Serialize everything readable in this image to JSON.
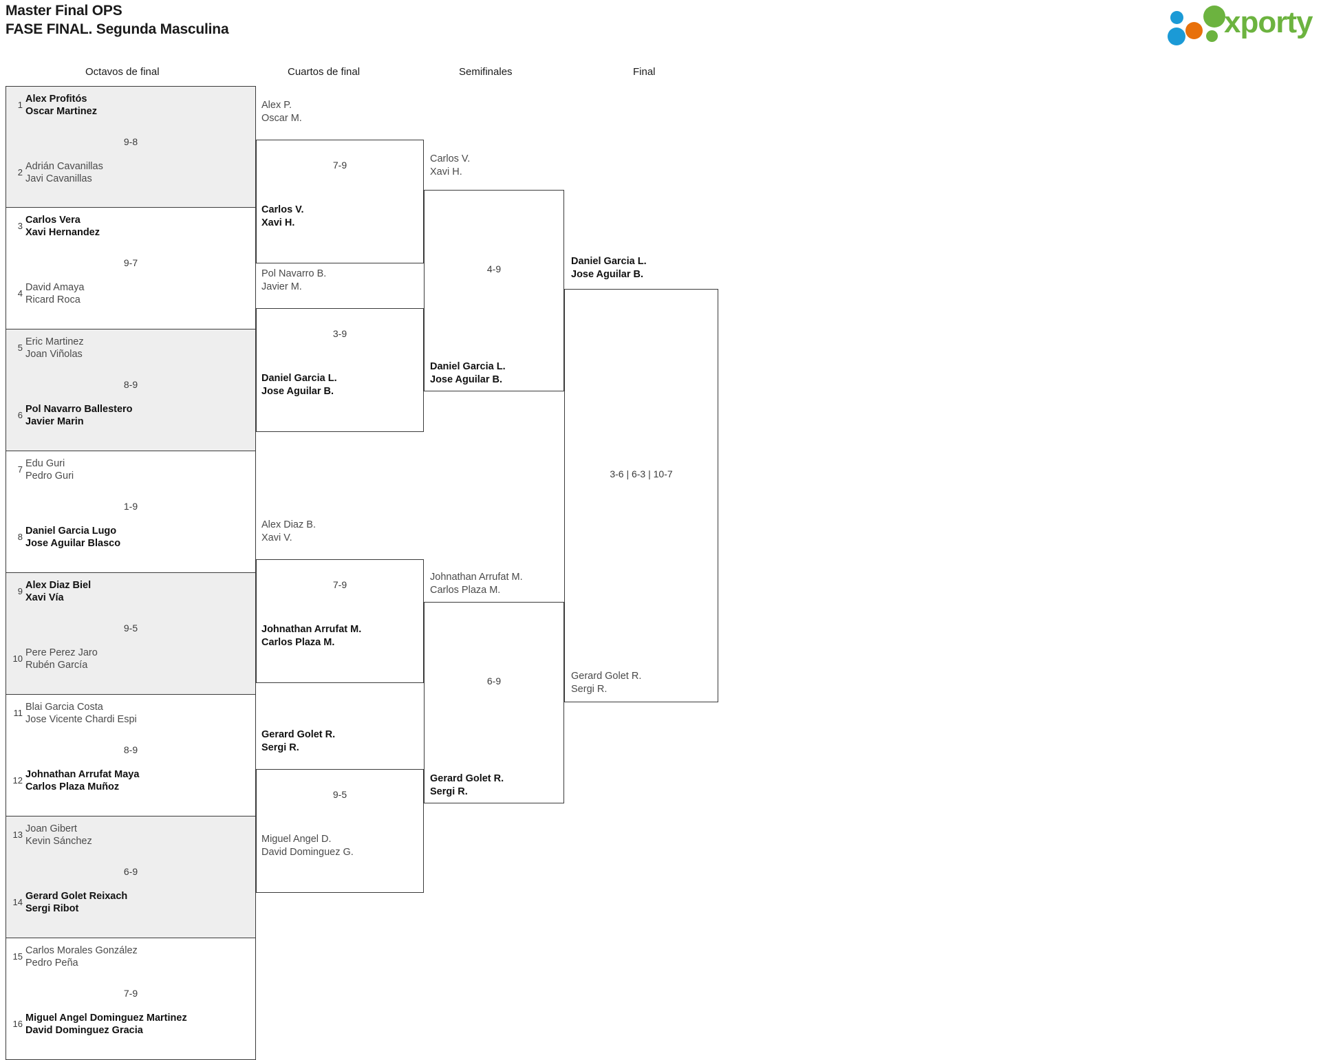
{
  "header": {
    "title_line1": "Master Final OPS",
    "title_line2": "FASE FINAL. Segunda Masculina"
  },
  "brand": {
    "name": "xporty",
    "green": "#6cb33f",
    "blue": "#1b9ad6",
    "orange": "#e8700a"
  },
  "rounds": [
    {
      "label": "Octavos de final"
    },
    {
      "label": "Cuartos de final"
    },
    {
      "label": "Semifinales"
    },
    {
      "label": "Final"
    }
  ],
  "round1": [
    {
      "seed_top": "1",
      "seed_bottom": "2",
      "top": {
        "p1": "Alex Profitós",
        "p2": "Oscar Martinez",
        "result": "winner"
      },
      "bottom": {
        "p1": "Adrián Cavanillas",
        "p2": "Javi Cavanillas",
        "result": "loser"
      },
      "score": "9-8"
    },
    {
      "seed_top": "3",
      "seed_bottom": "4",
      "top": {
        "p1": "Carlos Vera",
        "p2": "Xavi Hernandez",
        "result": "winner"
      },
      "bottom": {
        "p1": "David Amaya",
        "p2": "Ricard Roca",
        "result": "loser"
      },
      "score": "9-7"
    },
    {
      "seed_top": "5",
      "seed_bottom": "6",
      "top": {
        "p1": "Eric Martinez",
        "p2": "Joan Viñolas",
        "result": "loser"
      },
      "bottom": {
        "p1": "Pol Navarro Ballestero",
        "p2": "Javier Marin",
        "result": "winner"
      },
      "score": "8-9"
    },
    {
      "seed_top": "7",
      "seed_bottom": "8",
      "top": {
        "p1": "Edu Guri",
        "p2": "Pedro Guri",
        "result": "loser"
      },
      "bottom": {
        "p1": "Daniel Garcia Lugo",
        "p2": "Jose Aguilar Blasco",
        "result": "winner"
      },
      "score": "1-9"
    },
    {
      "seed_top": "9",
      "seed_bottom": "10",
      "top": {
        "p1": "Alex Diaz Biel",
        "p2": "Xavi Vía",
        "result": "winner"
      },
      "bottom": {
        "p1": "Pere Perez Jaro",
        "p2": "Rubén García",
        "result": "loser"
      },
      "score": "9-5"
    },
    {
      "seed_top": "11",
      "seed_bottom": "12",
      "top": {
        "p1": "Blai Garcia Costa",
        "p2": "Jose Vicente Chardi Espi",
        "result": "loser"
      },
      "bottom": {
        "p1": "Johnathan Arrufat Maya",
        "p2": "Carlos Plaza Muñoz",
        "result": "winner"
      },
      "score": "8-9"
    },
    {
      "seed_top": "13",
      "seed_bottom": "14",
      "top": {
        "p1": "Joan Gibert",
        "p2": "Kevin Sánchez",
        "result": "loser"
      },
      "bottom": {
        "p1": "Gerard Golet Reixach",
        "p2": "Sergi Ribot",
        "result": "winner"
      },
      "score": "6-9"
    },
    {
      "seed_top": "15",
      "seed_bottom": "16",
      "top": {
        "p1": "Carlos Morales González",
        "p2": "Pedro Peña",
        "result": "loser"
      },
      "bottom": {
        "p1": "Miguel Angel Dominguez Martinez",
        "p2": "David Dominguez Gracia",
        "result": "winner"
      },
      "score": "7-9"
    }
  ],
  "round2": [
    {
      "upper": {
        "p1": "Alex P.",
        "p2": "Oscar M.",
        "result": "loser"
      },
      "lower": {
        "p1": "Carlos V.",
        "p2": "Xavi H.",
        "result": "winner"
      },
      "score": "7-9"
    },
    {
      "upper": {
        "p1": "Pol Navarro B.",
        "p2": "Javier M.",
        "result": "loser"
      },
      "lower": {
        "p1": "Daniel Garcia L.",
        "p2": "Jose Aguilar B.",
        "result": "winner"
      },
      "score": "3-9"
    },
    {
      "upper": {
        "p1": "Alex Diaz B.",
        "p2": "Xavi V.",
        "result": "loser"
      },
      "lower": {
        "p1": "Johnathan Arrufat M.",
        "p2": "Carlos Plaza M.",
        "result": "winner"
      },
      "score": "7-9"
    },
    {
      "upper": {
        "p1": "Gerard Golet R.",
        "p2": "Sergi R.",
        "result": "winner"
      },
      "lower": {
        "p1": "Miguel Angel D.",
        "p2": "David Dominguez G.",
        "result": "loser"
      },
      "score": "9-5"
    }
  ],
  "round3": [
    {
      "upper": {
        "p1": "Carlos V.",
        "p2": "Xavi H.",
        "result": "loser"
      },
      "lower": {
        "p1": "Daniel Garcia L.",
        "p2": "Jose Aguilar B.",
        "result": "winner"
      },
      "score": "4-9"
    },
    {
      "upper": {
        "p1": "Johnathan Arrufat M.",
        "p2": "Carlos Plaza M.",
        "result": "loser"
      },
      "lower": {
        "p1": "Gerard Golet R.",
        "p2": "Sergi R.",
        "result": "winner"
      },
      "score": "6-9"
    }
  ],
  "round4": {
    "upper": {
      "p1": "Daniel Garcia L.",
      "p2": "Jose Aguilar B.",
      "result": "winner"
    },
    "lower": {
      "p1": "Gerard Golet R.",
      "p2": "Sergi R.",
      "result": "loser"
    },
    "score": "3-6 | 6-3 | 10-7"
  }
}
